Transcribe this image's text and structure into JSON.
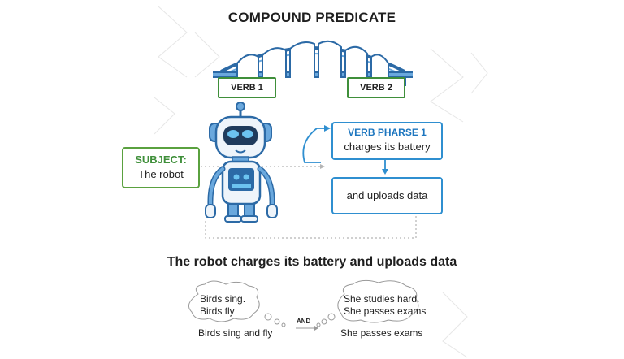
{
  "title": "COMPOUND PREDICATE",
  "verbs": [
    "VERB 1",
    "VERB 2"
  ],
  "subject": {
    "heading": "SUBJECT:",
    "text": "The robot"
  },
  "verb_phrase_1": {
    "heading": "VERB PHARSE 1",
    "text": "charges its battery"
  },
  "verb_phrase_2": {
    "text": "and uploads data"
  },
  "sentence": "The robot charges its battery and uploads data",
  "examples": {
    "left_bubble": [
      "Birds sing.",
      "Birds fly"
    ],
    "left_combined": "Birds sing and fly",
    "connector": "AND",
    "right_bubble": [
      "She studies hard.",
      "She passes exams"
    ],
    "right_combined": "She passes exams"
  },
  "colors": {
    "green": "#3f8f3a",
    "blue": "#2f8fd0",
    "bridge": "#2c6aa6"
  }
}
